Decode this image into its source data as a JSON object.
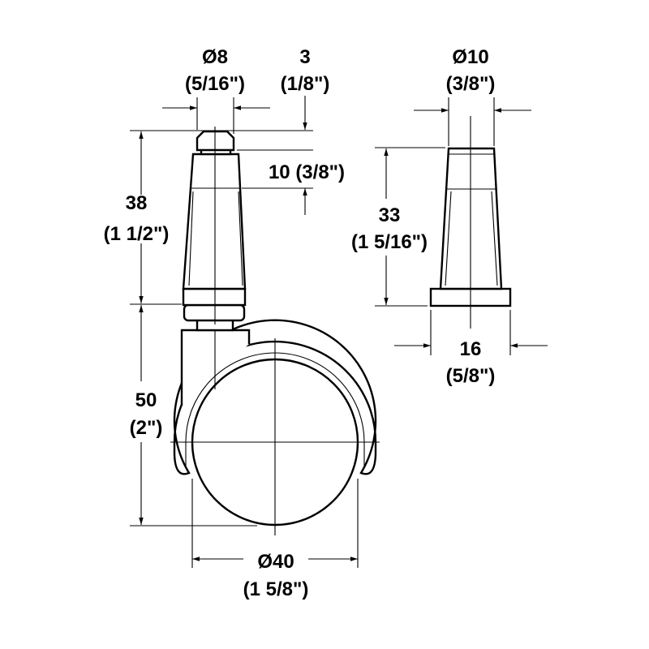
{
  "dimensions": {
    "stem_diameter": {
      "value": "Ø8",
      "imperial": "(5/16\")"
    },
    "stem_tip": {
      "value": "3",
      "imperial": "(1/8\")"
    },
    "stem_collar": {
      "value": "10 (3/8\")"
    },
    "stem_height": {
      "value": "38",
      "imperial": "(1 1/2\")"
    },
    "wheel_height": {
      "value": "50",
      "imperial": "(2\")"
    },
    "wheel_diameter": {
      "value": "Ø40",
      "imperial": "(1 5/8\")"
    },
    "socket_diameter": {
      "value": "Ø10",
      "imperial": "(3/8\")"
    },
    "socket_height": {
      "value": "33",
      "imperial": "(1 5/16\")"
    },
    "socket_base": {
      "value": "16",
      "imperial": "(5/8\")"
    }
  }
}
